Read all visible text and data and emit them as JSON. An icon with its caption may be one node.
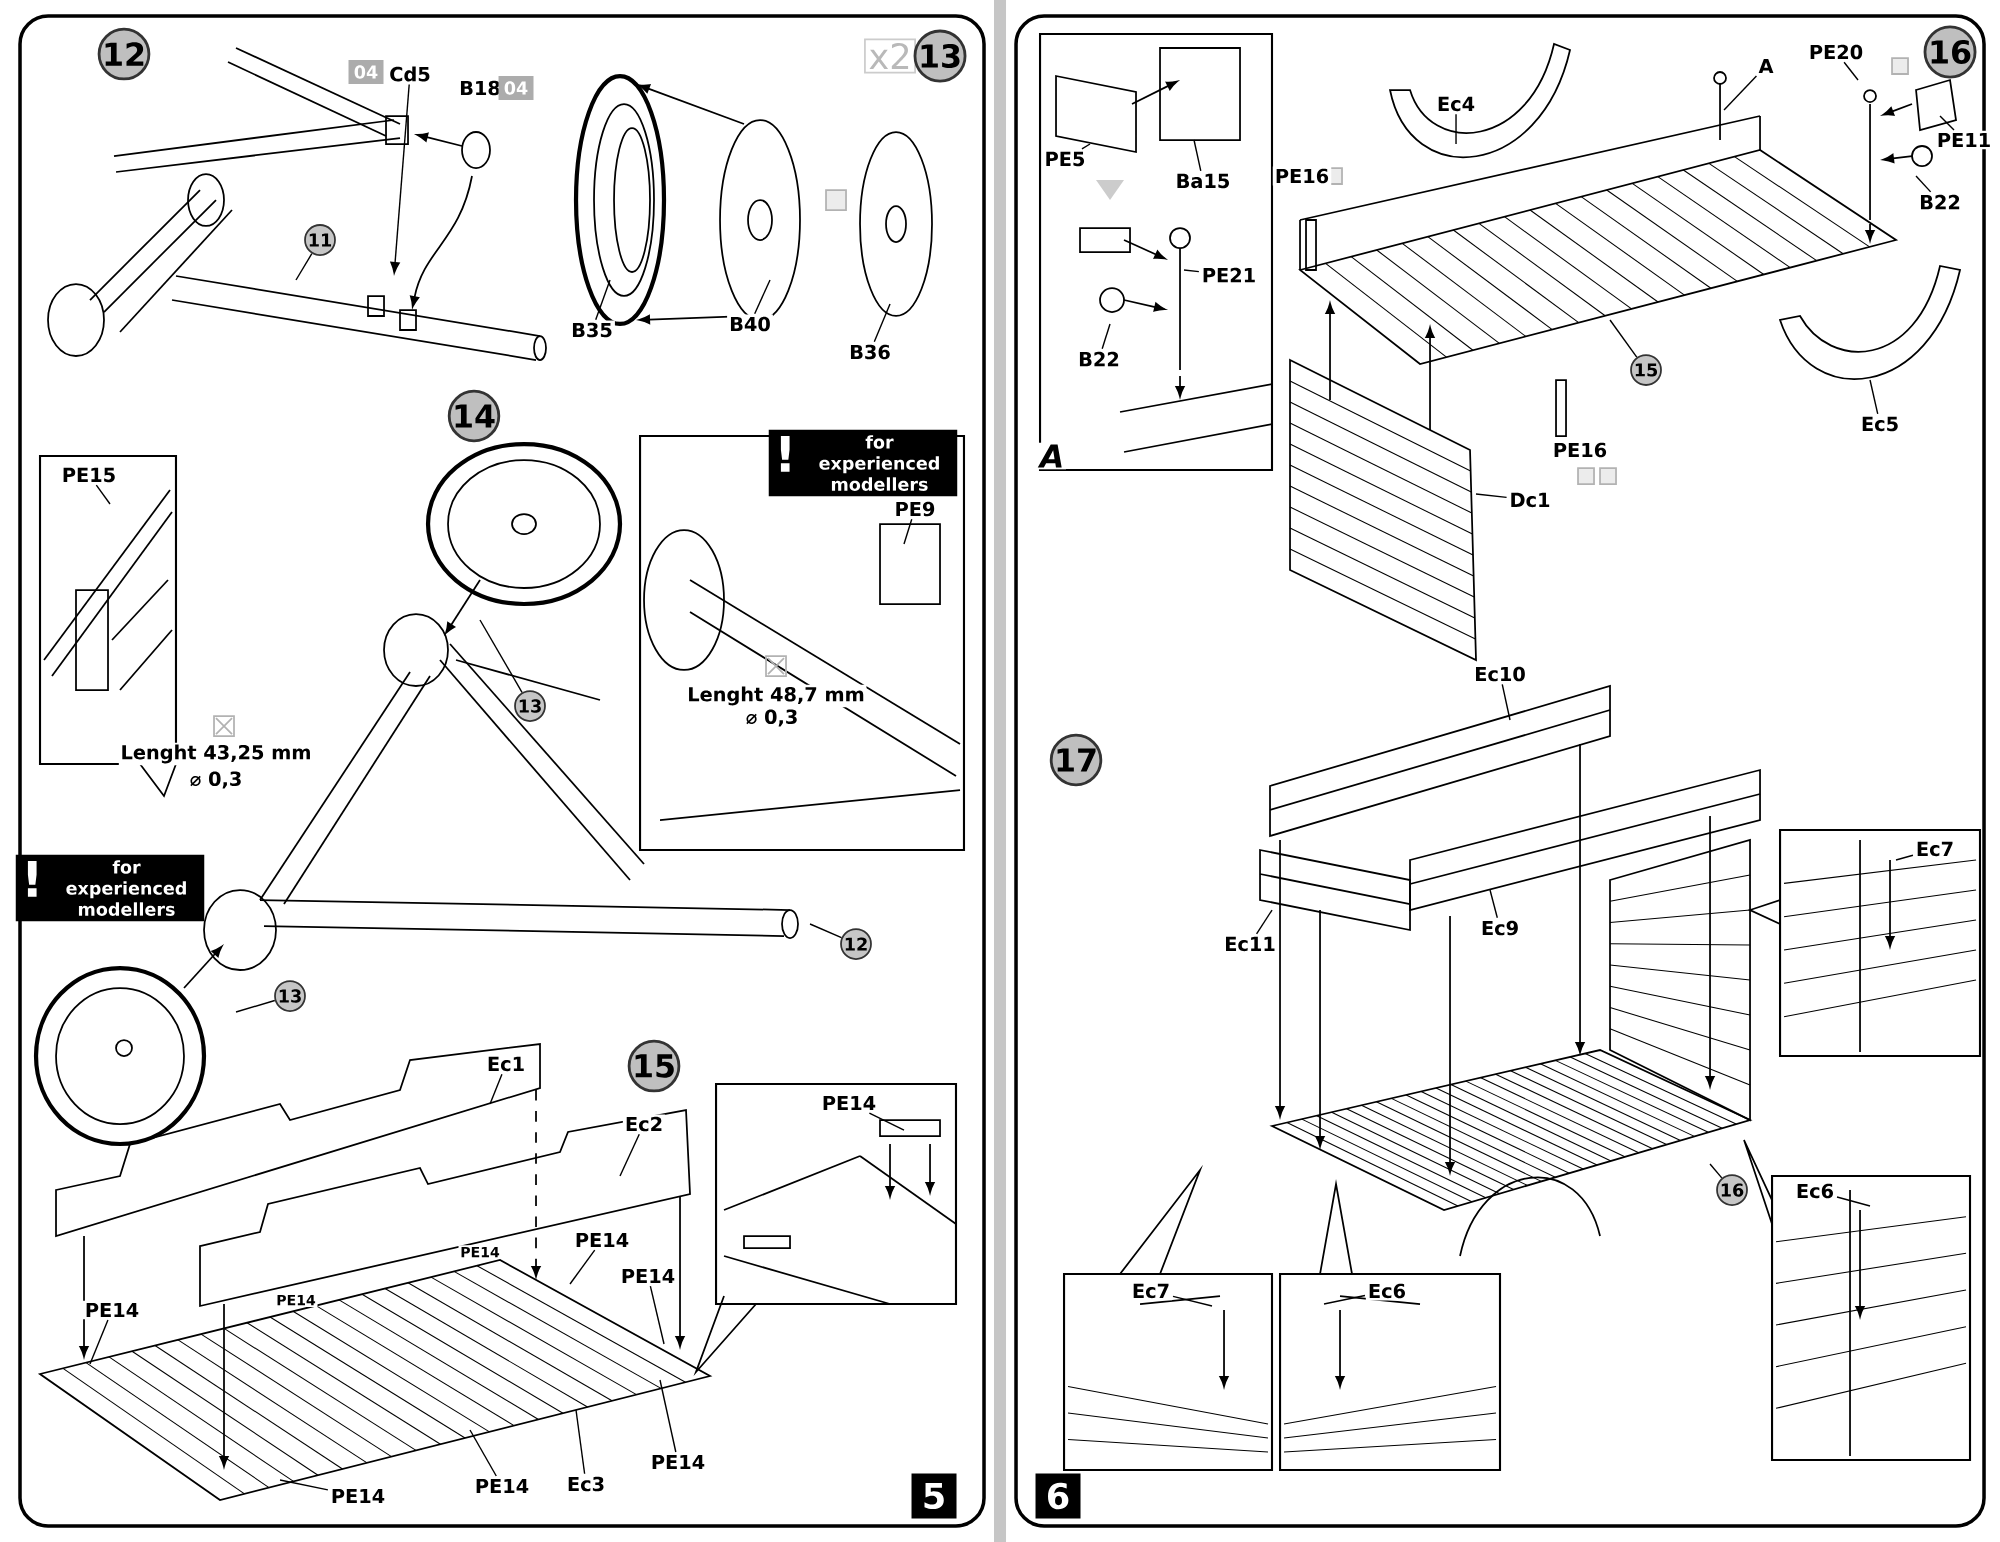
{
  "diagram": {
    "nodes": [
      {
        "text": [
          "12"
        ]
      },
      {
        "text": [
          "04"
        ]
      },
      {
        "text": [
          "Cd5"
        ]
      },
      {
        "text": [
          "B18"
        ]
      },
      {
        "text": [
          "04"
        ]
      },
      {
        "text": [
          "11"
        ]
      },
      {
        "text": [
          "x2"
        ]
      },
      {
        "text": [
          "13"
        ]
      },
      {
        "text": [
          "B35"
        ]
      },
      {
        "text": [
          "B40"
        ]
      },
      {
        "text": [
          "B36"
        ]
      },
      {
        "text": [
          "14"
        ]
      },
      {
        "text": [],
        "shape": "box"
      },
      {
        "text": [
          "PE15"
        ],
        "in": 12
      },
      {
        "text": [
          "!",
          "for experienced modellers"
        ]
      },
      {
        "text": [],
        "shape": "box"
      },
      {
        "text": [
          "!",
          "for experienced modellers"
        ],
        "in": 15
      },
      {
        "text": [
          "PE9"
        ],
        "in": 15
      },
      {
        "text": [
          "13"
        ]
      },
      {
        "text": [
          "12"
        ]
      },
      {
        "text": [
          "13"
        ]
      },
      {
        "text": [
          "15"
        ]
      },
      {
        "text": [
          "Ec1"
        ]
      },
      {
        "text": [
          "Ec2"
        ]
      },
      {
        "text": [
          "PE14"
        ]
      },
      {
        "text": [
          "PE14"
        ]
      },
      {
        "text": [
          "PE14"
        ]
      },
      {
        "text": [
          "PE14"
        ]
      },
      {
        "text": [
          "PE14"
        ]
      },
      {
        "text": [
          "Ec3"
        ]
      },
      {
        "text": [
          "PE14"
        ]
      },
      {
        "text": [],
        "shape": "box"
      },
      {
        "text": [
          "PE14"
        ],
        "in": 31
      },
      {
        "text": [
          "5"
        ]
      },
      {
        "text": [
          "6"
        ]
      },
      {
        "text": [],
        "shape": "box"
      },
      {
        "text": [
          "PE5"
        ],
        "in": 35
      },
      {
        "text": [
          "Ba15"
        ],
        "in": 35
      },
      {
        "text": [
          "PE21"
        ],
        "in": 35
      },
      {
        "text": [
          "B22"
        ],
        "in": 35
      },
      {
        "text": [
          "Ec4"
        ]
      },
      {
        "text": [
          "A"
        ]
      },
      {
        "text": [
          "PE20"
        ]
      },
      {
        "text": [
          "PE11"
        ]
      },
      {
        "text": [
          "B22"
        ]
      },
      {
        "text": [
          "16"
        ]
      },
      {
        "text": [
          "PE16"
        ]
      },
      {
        "text": [
          "15"
        ]
      },
      {
        "text": [
          "Ec5"
        ]
      },
      {
        "text": [
          "PE16"
        ]
      },
      {
        "text": [
          "Dc1"
        ]
      },
      {
        "text": [
          "Ec10"
        ]
      },
      {
        "text": [
          "17"
        ]
      },
      {
        "text": [
          "Ec11"
        ]
      },
      {
        "text": [
          "Ec9"
        ]
      },
      {
        "text": [],
        "shape": "box"
      },
      {
        "text": [
          "Ec7"
        ],
        "in": 55
      },
      {
        "text": [
          "16"
        ]
      },
      {
        "text": [],
        "shape": "box"
      },
      {
        "text": [
          "Ec6"
        ],
        "in": 58
      },
      {
        "text": [],
        "shape": "box"
      },
      {
        "text": [
          "Ec7"
        ],
        "in": 60
      },
      {
        "text": [],
        "shape": "box"
      },
      {
        "text": [
          "Ec6"
        ],
        "in": 62
      }
    ],
    "edges": [
      {
        "from": 2,
        "to": null,
        "arrow": "to"
      },
      {
        "from": 5,
        "to": null,
        "arrow": "none"
      },
      {
        "from": 8,
        "to": null,
        "arrow": "none"
      },
      {
        "from": 9,
        "to": null,
        "arrow": "none"
      },
      {
        "from": 10,
        "to": null,
        "arrow": "none"
      },
      {
        "from": 13,
        "to": null,
        "arrow": "none"
      },
      {
        "from": 17,
        "to": null,
        "arrow": "none"
      },
      {
        "from": 18,
        "to": null,
        "arrow": "none"
      },
      {
        "from": 19,
        "to": null,
        "arrow": "none"
      },
      {
        "from": 20,
        "to": null,
        "arrow": "none"
      },
      {
        "from": 22,
        "to": null,
        "arrow": "none"
      },
      {
        "from": 23,
        "to": null,
        "arrow": "none"
      },
      {
        "from": 24,
        "to": null,
        "arrow": "none"
      },
      {
        "from": 25,
        "to": null,
        "arrow": "none"
      },
      {
        "from": 26,
        "to": null,
        "arrow": "none"
      },
      {
        "from": 27,
        "to": null,
        "arrow": "none"
      },
      {
        "from": 28,
        "to": null,
        "arrow": "none"
      },
      {
        "from": 29,
        "to": null,
        "arrow": "none"
      },
      {
        "from": 30,
        "to": null,
        "arrow": "none"
      },
      {
        "from": 32,
        "to": null,
        "arrow": "none"
      },
      {
        "from": 36,
        "to": null,
        "arrow": "none"
      },
      {
        "from": 37,
        "to": null,
        "arrow": "none"
      },
      {
        "from": 38,
        "to": null,
        "arrow": "none"
      },
      {
        "from": 39,
        "to": null,
        "arrow": "none"
      },
      {
        "from": 40,
        "to": null,
        "arrow": "none"
      },
      {
        "from": 41,
        "to": null,
        "arrow": "none"
      },
      {
        "from": 42,
        "to": null,
        "arrow": "none"
      },
      {
        "from": 43,
        "to": null,
        "arrow": "none"
      },
      {
        "from": 44,
        "to": null,
        "arrow": "none"
      },
      {
        "from": 47,
        "to": null,
        "arrow": "none"
      },
      {
        "from": 48,
        "to": null,
        "arrow": "none"
      },
      {
        "from": 50,
        "to": null,
        "arrow": "none"
      },
      {
        "from": 51,
        "to": null,
        "arrow": "none"
      },
      {
        "from": 53,
        "to": null,
        "arrow": "none"
      },
      {
        "from": 54,
        "to": null,
        "arrow": "none"
      },
      {
        "from": 56,
        "to": null,
        "arrow": "none"
      },
      {
        "from": 57,
        "to": null,
        "arrow": "none"
      },
      {
        "from": 59,
        "to": null,
        "arrow": "none"
      },
      {
        "from": 61,
        "to": null,
        "arrow": "none"
      },
      {
        "from": 63,
        "to": null,
        "arrow": "none"
      }
    ],
    "labels": [
      "Lenght 48,7 mm",
      "⌀ 0,3",
      "Lenght 43,25 mm",
      "⌀ 0,3",
      "PE14",
      "PE14",
      "A"
    ]
  }
}
